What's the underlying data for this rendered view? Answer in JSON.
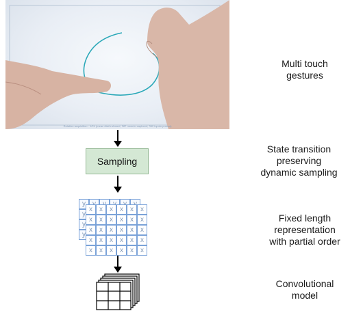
{
  "photo": {
    "caption": "Rotation acquisition · 1/24 (mean dist/n-shared, 387 msec/n-captured, 360 inputs posted)"
  },
  "sampling_label": "Sampling",
  "matrix": {
    "back_label": "y",
    "front_label": "x"
  },
  "captions": {
    "touch": [
      "Multi touch",
      "gestures"
    ],
    "sampling": [
      "State transition",
      "preserving",
      "dynamic sampling"
    ],
    "representation": [
      "Fixed length",
      "representation",
      "with partial order"
    ],
    "model": [
      "Convolutional",
      "model"
    ]
  },
  "colors": {
    "sampling_fill": "#d4e8d4",
    "grid_stroke": "#7aa2d8",
    "stroke_curve": "#2aa8b8"
  }
}
